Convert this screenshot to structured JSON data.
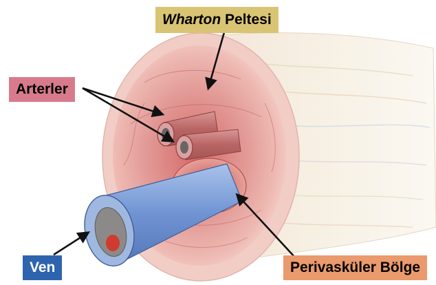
{
  "labels": {
    "wharton": {
      "italic": "Wharton",
      "rest": " Peltesi",
      "color": "#d9c474"
    },
    "arterler": {
      "text": "Arterler",
      "color": "#d77b8c"
    },
    "ven": {
      "text": "Ven",
      "color": "#2e64ad"
    },
    "perivaskuler": {
      "text": "Perivasküler Bölge",
      "color": "#ea9a6c"
    }
  },
  "palette": {
    "cord_outer": "#f2d7cf",
    "cord_tail": "#f4f0e3",
    "cut_surface": "#e8a9a4",
    "artery": "#c77b7b",
    "vein": "#7b9fd6",
    "vein_lumen": "#d13a2e",
    "arrow": "#111111"
  }
}
